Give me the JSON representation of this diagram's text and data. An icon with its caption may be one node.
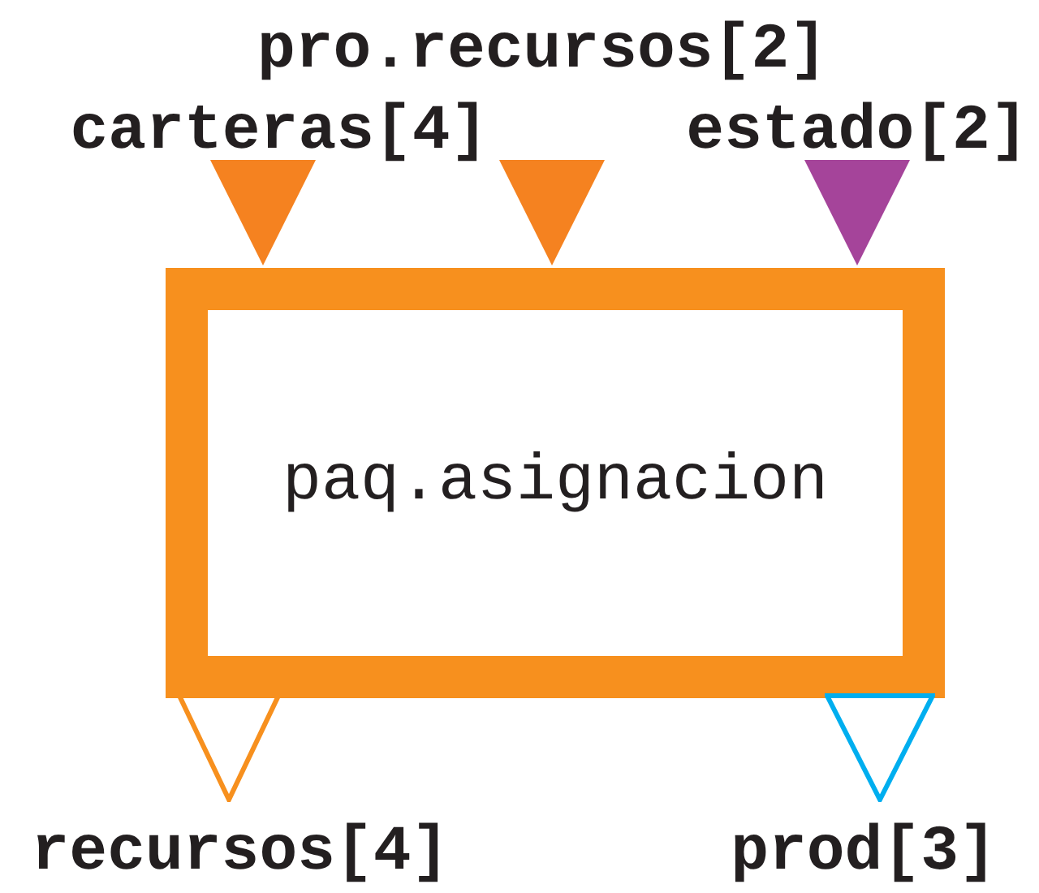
{
  "diagram": {
    "nodes": [
      {
        "text": [
          "paq.asignacion"
        ]
      },
      {
        "text": [],
        "shape": "triangle",
        "beside": [
          "carteras[4]"
        ]
      },
      {
        "text": [],
        "shape": "triangle",
        "beside": [
          "pro.recursos[2]"
        ]
      },
      {
        "text": [],
        "shape": "triangle",
        "beside": [
          "estado[2]"
        ]
      },
      {
        "text": [],
        "shape": "triangle",
        "beside": [
          "recursos[4]"
        ]
      },
      {
        "text": [],
        "shape": "triangle",
        "beside": [
          "prod[3]"
        ]
      }
    ]
  }
}
